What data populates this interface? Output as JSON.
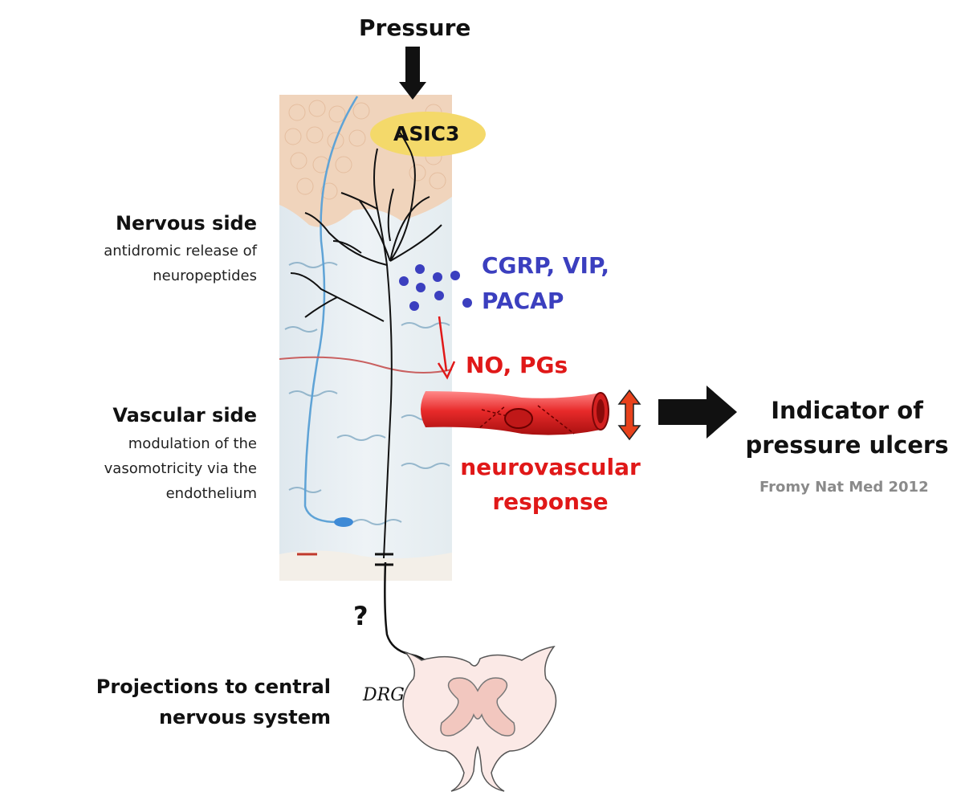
{
  "stimulus": {
    "label": "Pressure"
  },
  "receptor": {
    "label": "ASIC3"
  },
  "nervous_side": {
    "title": "Nervous side",
    "description_lines": [
      "antidromic release of",
      "neuropeptides"
    ]
  },
  "vascular_side": {
    "title": "Vascular side",
    "description_lines": [
      "modulation of the",
      "vasomotricity via the",
      "endothelium"
    ]
  },
  "neuropeptides": {
    "lines": [
      "CGRP, VIP,",
      "PACAP"
    ],
    "color": "#3b3fbf"
  },
  "mediators": {
    "label": "NO, PGs",
    "color": "#e01818"
  },
  "response": {
    "lines": [
      "neurovascular",
      "response"
    ],
    "color": "#e01818"
  },
  "outcome": {
    "lines": [
      "Indicator of",
      "pressure ulcers"
    ]
  },
  "citation": "Fromy Nat Med 2012",
  "unknown_link": "?",
  "ganglion": {
    "label": "DRG"
  },
  "projections": {
    "lines": [
      "Projections to central",
      "nervous system"
    ]
  },
  "colors": {
    "skin": "#e6eef2",
    "epidermis": "#f0d4bc",
    "vessel": "#e02828",
    "spinal_cord": "#fbe9e6"
  }
}
